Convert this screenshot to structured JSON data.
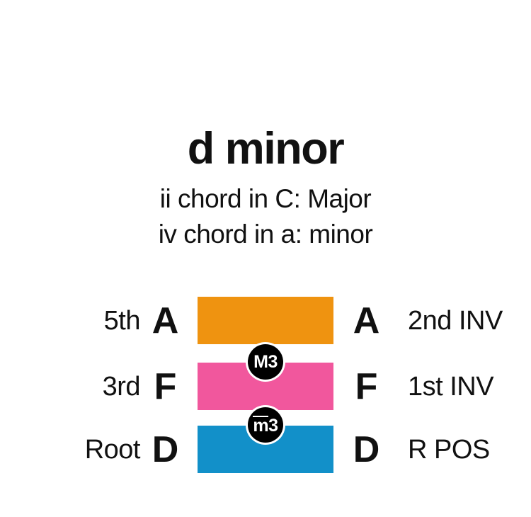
{
  "header": {
    "title": "d minor",
    "subtitles": [
      "ii chord in C: Major",
      "iv chord in a: minor"
    ]
  },
  "colors": {
    "fifth_bar": "#EF9310",
    "third_bar": "#F1579D",
    "root_bar": "#1290C9",
    "badge_background": "#000000",
    "badge_text": "#FFFFFF",
    "text": "#111111",
    "background": "#FFFFFF"
  },
  "chord": {
    "rows": [
      {
        "degree": "5th",
        "note": "A",
        "note_right": "A",
        "inversion": "2nd INV",
        "color": "#EF9310"
      },
      {
        "degree": "3rd",
        "note": "F",
        "note_right": "F",
        "inversion": "1st INV",
        "color": "#F1579D"
      },
      {
        "degree": "Root",
        "note": "D",
        "note_right": "D",
        "inversion": "R POS",
        "color": "#1290C9"
      }
    ],
    "intervals": [
      {
        "letter": "M",
        "number": "3",
        "overline": false,
        "label": "M3"
      },
      {
        "letter": "m",
        "number": "3",
        "overline": true,
        "label": "m3"
      }
    ]
  }
}
